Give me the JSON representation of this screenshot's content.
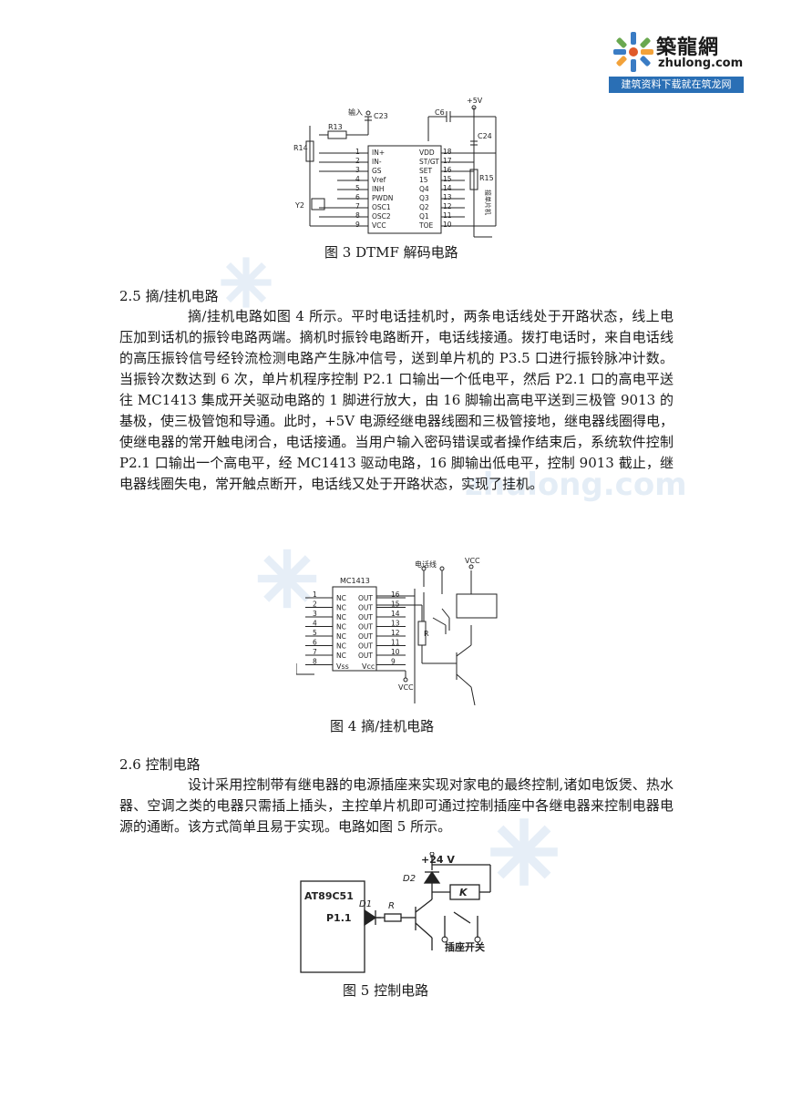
{
  "logo": {
    "name": "築龍網",
    "domain": "zhulong.com",
    "tagline": "建筑资料下载就在筑龙网"
  },
  "watermark": "zhulong.com",
  "figure3": {
    "caption": "图 3   DTMF 解码电路",
    "labels": {
      "input": "输入",
      "c23": "C23",
      "c6": "C6",
      "plus5v": "+5V",
      "c24": "C24",
      "r13": "R13",
      "r14": "R14",
      "r15": "R15",
      "y2": "Y2",
      "side_text": "接单片机"
    },
    "left_pins": [
      {
        "num": "1",
        "name": "IN+"
      },
      {
        "num": "2",
        "name": "IN-"
      },
      {
        "num": "3",
        "name": "GS"
      },
      {
        "num": "4",
        "name": "Vref"
      },
      {
        "num": "5",
        "name": "INH"
      },
      {
        "num": "6",
        "name": "PWDN"
      },
      {
        "num": "7",
        "name": "OSC1"
      },
      {
        "num": "8",
        "name": "OSC2"
      },
      {
        "num": "9",
        "name": "VCC"
      }
    ],
    "right_pins": [
      {
        "num": "18",
        "name": "VDD"
      },
      {
        "num": "17",
        "name": "ST/GT"
      },
      {
        "num": "16",
        "name": "SET"
      },
      {
        "num": "15",
        "name": "15"
      },
      {
        "num": "14",
        "name": "Q4"
      },
      {
        "num": "13",
        "name": "Q3"
      },
      {
        "num": "12",
        "name": "Q2"
      },
      {
        "num": "11",
        "name": "Q1"
      },
      {
        "num": "10",
        "name": "TOE"
      }
    ]
  },
  "section25": {
    "heading": "2.5   摘/挂机电路",
    "body": "摘/挂机电路如图 4 所示。平时电话挂机时，两条电话线处于开路状态，线上电压加到话机的振铃电路两端。摘机时振铃电路断开，电话线接通。拨打电话时，来自电话线的高压振铃信号经铃流检测电路产生脉冲信号，送到单片机的 P3.5 口进行振铃脉冲计数。当振铃次数达到 6 次，单片机程序控制 P2.1 口输出一个低电平，然后 P2.1 口的高电平送往 MC1413 集成开关驱动电路的 1 脚进行放大，由 16 脚输出高电平送到三极管 9013 的基极，使三极管饱和导通。此时，+5V 电源经继电器线圈和三极管接地，继电器线圈得电，使继电器的常开触电闭合，电话接通。当用户输入密码错误或者操作结束后，系统软件控制 P2.1 口输出一个高电平，经 MC1413 驱动电路，16 脚输出低电平，控制 9013 截止，继电器线圈失电，常开触点断开，电话线又处于开路状态，实现了挂机。"
  },
  "figure4": {
    "caption": "图 4   摘/挂机电路",
    "labels": {
      "chip": "MC1413",
      "phone_line": "电话线",
      "vcc_top": "VCC",
      "vcc_bottom": "VCC",
      "r": "R",
      "vss": "Vss",
      "vcc_pin": "Vcc"
    },
    "left_pins": [
      "1",
      "2",
      "3",
      "4",
      "5",
      "6",
      "7",
      "8"
    ],
    "right_pins": [
      "16",
      "15",
      "14",
      "13",
      "12",
      "11",
      "10",
      "9"
    ],
    "inner_left": [
      "NC",
      "NC",
      "NC",
      "NC",
      "NC",
      "NC",
      "NC"
    ],
    "inner_right": [
      "OUT",
      "OUT",
      "OUT",
      "OUT",
      "OUT",
      "OUT",
      "OUT"
    ]
  },
  "section26": {
    "heading": "2.6   控制电路",
    "body": "设计采用控制带有继电器的电源插座来实现对家电的最终控制,诸如电饭煲、热水器、空调之类的电器只需插上插头，主控单片机即可通过控制插座中各继电器来控制电器电源的通断。该方式简单且易于实现。电路如图 5 所示。"
  },
  "figure5": {
    "caption": "图 5   控制电路",
    "labels": {
      "supply": "+24 V",
      "mcu": "AT89C51",
      "port": "P1.1",
      "d1": "D1",
      "d2": "D2",
      "r": "R",
      "k": "K",
      "socket": "插座开关"
    }
  }
}
